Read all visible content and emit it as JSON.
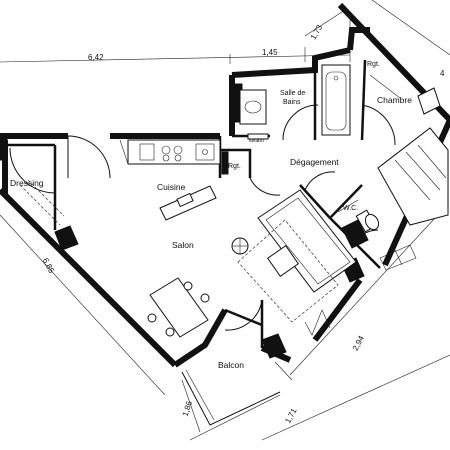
{
  "rooms": {
    "dressing": "Dressing",
    "cuisine": "Cuisine",
    "salon": "Salon",
    "salle_de_bains_line1": "Salle de",
    "salle_de_bains_line2": "Bains",
    "degagement": "Dégagement",
    "chambre": "Chambre",
    "wc": "W.C.",
    "balcon": "Balcon",
    "rgt_kitchen": "Rgt.",
    "rgt_bedroom": "Rgt.",
    "lavabo": "lavabo"
  },
  "dimensions": {
    "top_width": "6,42",
    "top_mid": "1,45",
    "top_right": "1,73",
    "top_far": "4",
    "left_diag": "6,85",
    "right_diag": "2,94",
    "balcony_left": "1,86",
    "balcony_bottom": "1,71"
  }
}
